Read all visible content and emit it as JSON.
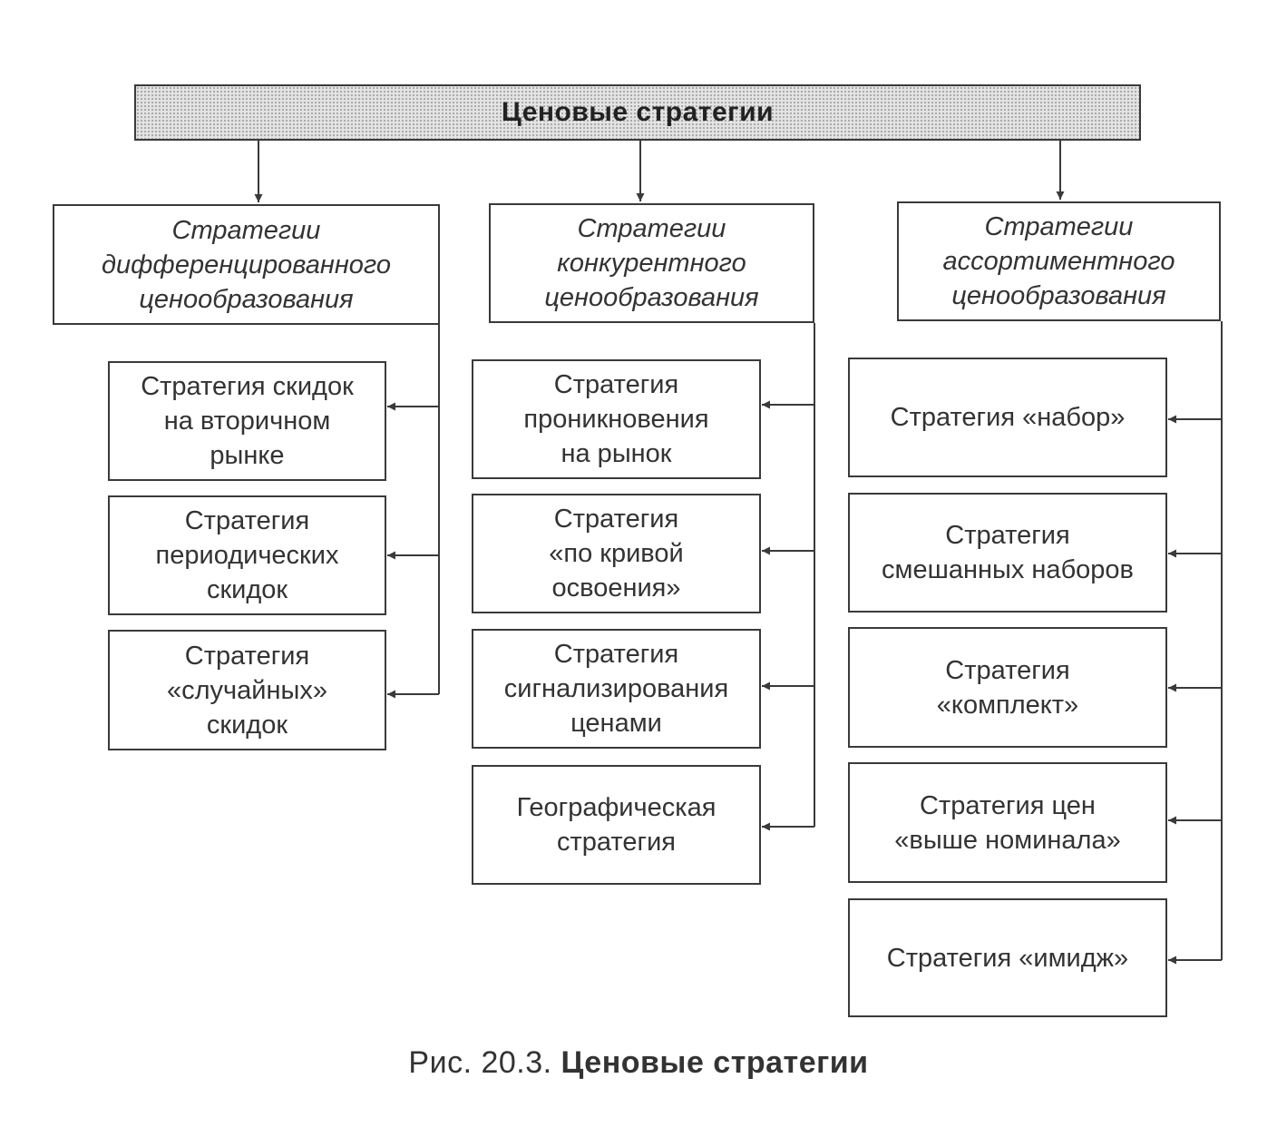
{
  "root": {
    "label": "Ценовые стратегии"
  },
  "columns": [
    {
      "category": "Стратегии\nдифференцированного\nценообразования",
      "items": [
        "Стратегия скидок\nна вторичном\nрынке",
        "Стратегия\nпериодических\nскидок",
        "Стратегия\n«случайных»\nскидок"
      ]
    },
    {
      "category": "Стратегии\nконкурентного\nценообразования",
      "items": [
        "Стратегия\nпроникновения\nна рынок",
        "Стратегия\n«по кривой\nосвоения»",
        "Стратегия\nсигнализирования\nценами",
        "Географическая\nстратегия"
      ]
    },
    {
      "category": "Стратегии\nассортиментного\nценообразования",
      "items": [
        "Стратегия «набор»",
        "Стратегия\nсмешанных наборов",
        "Стратегия\n«комплект»",
        "Стратегия цен\n«выше номинала»",
        "Стратегия «имидж»"
      ]
    }
  ],
  "caption": {
    "prefix": "Рис. 20.3.",
    "title": "Ценовые стратегии"
  }
}
